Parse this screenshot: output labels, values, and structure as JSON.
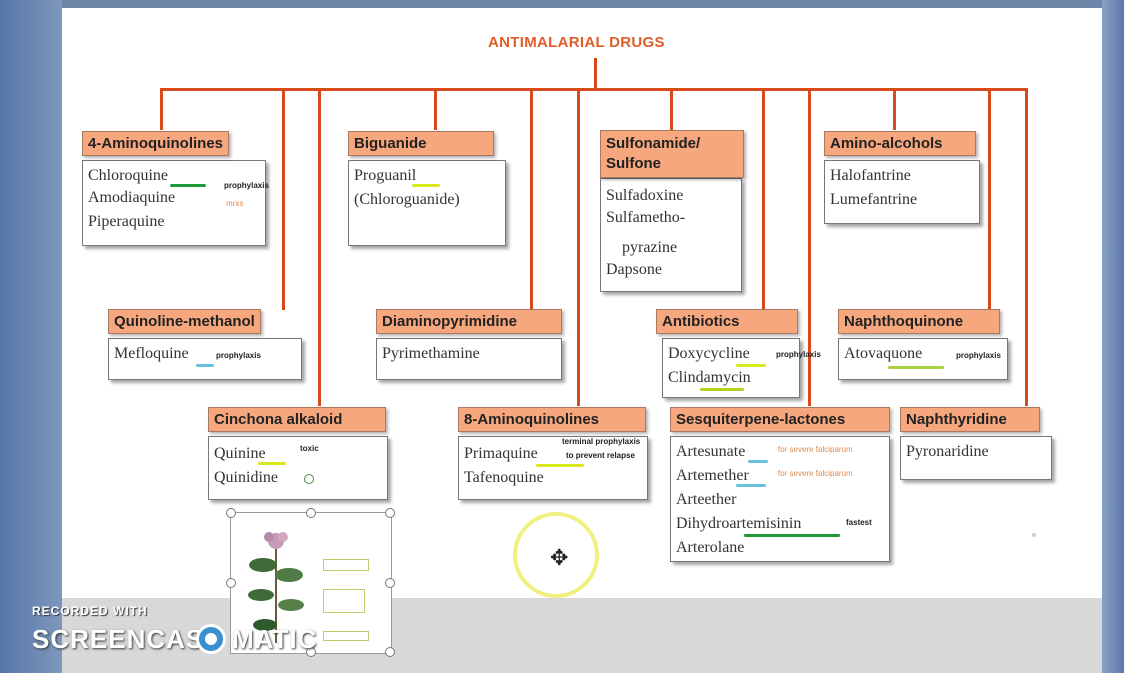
{
  "recording": {
    "recorded_with": "RECORDED WITH",
    "brand": "SCREENCAST",
    "brand_suffix": "MATIC"
  },
  "slide": {
    "title": "ANTIMALARIAL DRUGS",
    "groups": [
      {
        "id": "aminoquinolines4",
        "header": "4-Aminoquinolines",
        "items": [
          "Chloroquine",
          "Amodiaquine",
          "Piperaquine"
        ]
      },
      {
        "id": "biguanide",
        "header": "Biguanide",
        "items": [
          "Proguanil",
          "(Chloroguanide)"
        ]
      },
      {
        "id": "sulfonamide",
        "header": [
          "Sulfonamide/",
          "Sulfone"
        ],
        "items": [
          "Sulfadoxine",
          "Sulfametho-",
          "pyrazine",
          "Dapsone"
        ]
      },
      {
        "id": "aminoalcohols",
        "header": "Amino-alcohols",
        "items": [
          "Halofantrine",
          "Lumefantrine"
        ]
      },
      {
        "id": "quinolinemethanol",
        "header": "Quinoline-methanol",
        "items": [
          "Mefloquine"
        ]
      },
      {
        "id": "diaminopyrimidine",
        "header": "Diaminopyrimidine",
        "items": [
          "Pyrimethamine"
        ]
      },
      {
        "id": "antibiotics",
        "header": "Antibiotics",
        "items": [
          "Doxycycline",
          "Clindamycin"
        ]
      },
      {
        "id": "naphthoquinone",
        "header": "Naphthoquinone",
        "items": [
          "Atovaquone"
        ]
      },
      {
        "id": "cinchona",
        "header": "Cinchona alkaloid",
        "items": [
          "Quinine",
          "Quinidine"
        ]
      },
      {
        "id": "aminoquinolines8",
        "header": "8-Aminoquinolines",
        "items": [
          "Primaquine",
          "Tafenoquine"
        ]
      },
      {
        "id": "sesquiterpene",
        "header": "Sesquiterpene-lactones",
        "items": [
          "Artesunate",
          "Artemether",
          "Arteether",
          "Dihydroartemisinin",
          "Arterolane"
        ]
      },
      {
        "id": "naphthyridine",
        "header": "Naphthyridine",
        "items": [
          "Pyronaridine"
        ]
      }
    ],
    "notes": {
      "chloroquine_prophylaxis": "prophylaxis",
      "amodiaquine_note": "mrxs",
      "mefloquine_prophylaxis": "prophylaxis",
      "doxycycline_prophylaxis": "prophylaxis",
      "atovaquone_prophylaxis": "prophylaxis",
      "quinine_note": "toxic",
      "primaquine_note1": "terminal prophylaxis",
      "primaquine_note2": "to prevent relapse",
      "artesunate_note": "for severe falciparum",
      "artemether_note": "for severe falciparum",
      "dha_note": "fastest"
    }
  },
  "colors": {
    "title": "#e05d2a",
    "connector": "#d84a1c",
    "header_fill": "#f7a77d",
    "highlight_green": "#1f9a3a",
    "highlight_yellow": "#d9e81a",
    "circle": "#f0f080"
  }
}
